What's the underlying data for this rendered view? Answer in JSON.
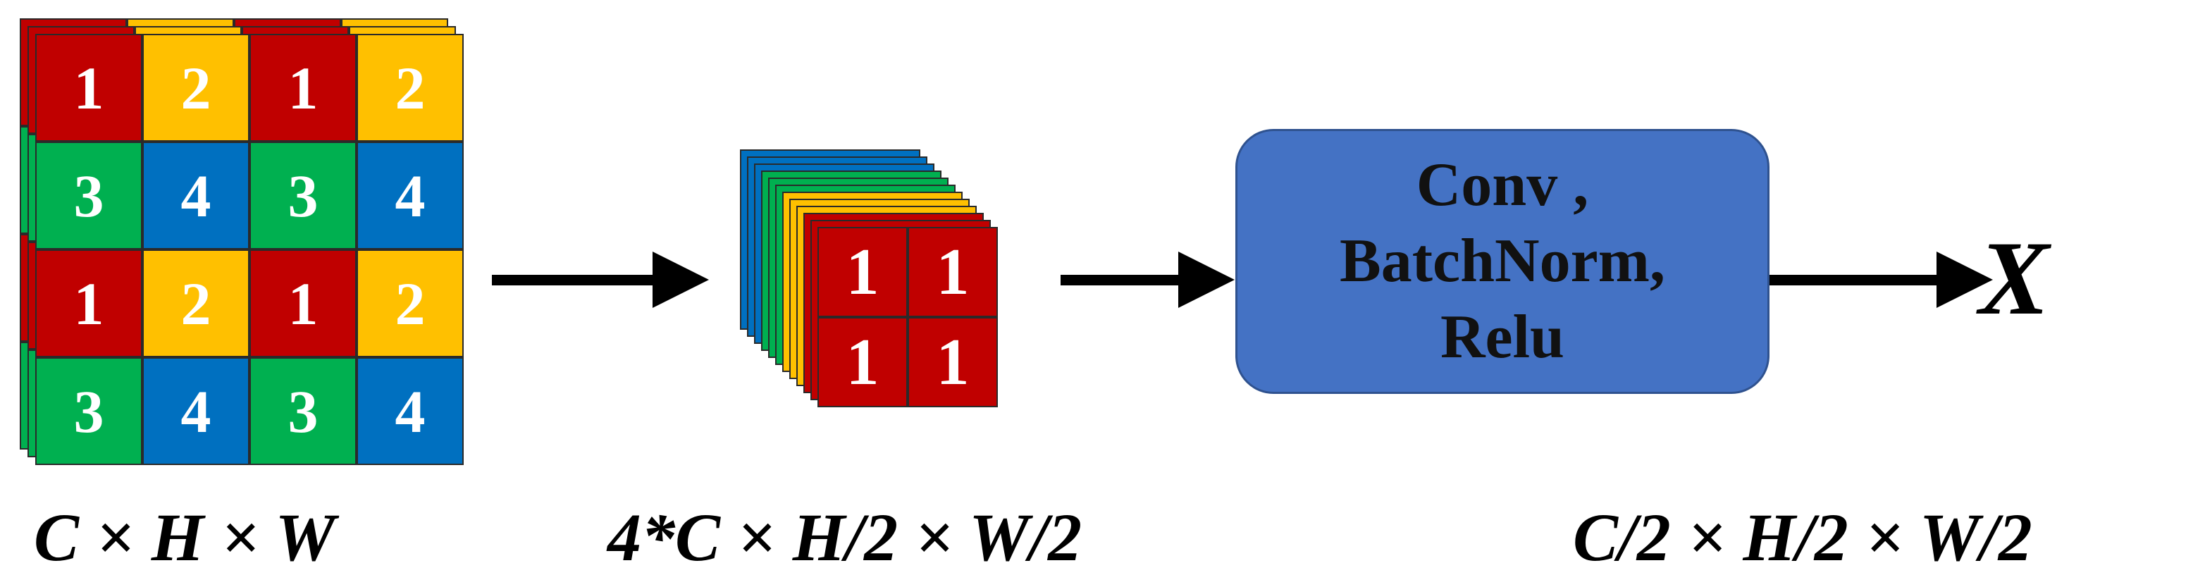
{
  "colors": {
    "red": "#c00000",
    "yellow": "#ffc000",
    "green": "#00b050",
    "blue": "#0070c0",
    "box": "#4472c4"
  },
  "input_tensor": {
    "grid": [
      [
        "1",
        "2",
        "1",
        "2"
      ],
      [
        "3",
        "4",
        "3",
        "4"
      ],
      [
        "1",
        "2",
        "1",
        "2"
      ],
      [
        "3",
        "4",
        "3",
        "4"
      ]
    ],
    "cell_colors": {
      "1": "red",
      "2": "yellow",
      "3": "green",
      "4": "blue"
    },
    "caption": "C × H × W"
  },
  "sliced_tensor": {
    "grid": [
      [
        "1",
        "1"
      ],
      [
        "1",
        "1"
      ]
    ],
    "layer_colors": [
      "blue",
      "green",
      "yellow",
      "red"
    ],
    "caption": "4*C × H/2 × W/2"
  },
  "conv_block": {
    "lines": [
      "Conv ,",
      "BatchNorm,",
      "Relu"
    ]
  },
  "output": {
    "label": "X",
    "caption": "C/2 × H/2 × W/2"
  }
}
